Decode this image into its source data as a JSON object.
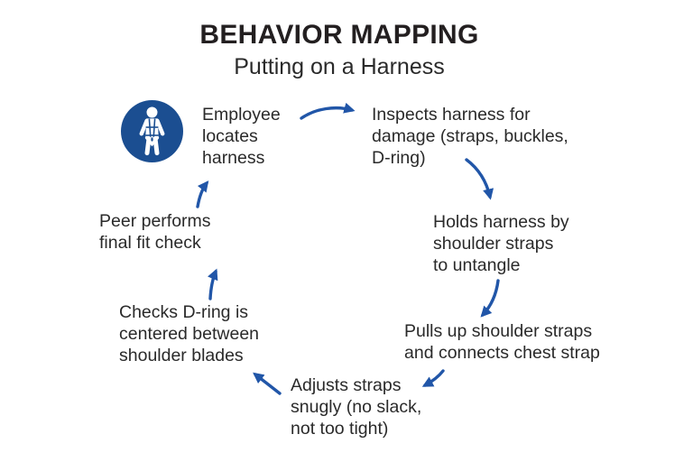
{
  "title": "BEHAVIOR MAPPING",
  "subtitle": "Putting on a Harness",
  "icon": {
    "name": "safety-harness-icon",
    "meaning": "person wearing full-body safety harness"
  },
  "steps": [
    {
      "id": "employee-locates-harness",
      "text": "Employee\nlocates\nharness"
    },
    {
      "id": "inspects-harness-for-damage",
      "text": "Inspects harness for\ndamage (straps, buckles,\nD-ring)"
    },
    {
      "id": "holds-harness-to-untangle",
      "text": "Holds harness by\nshoulder straps\nto untangle"
    },
    {
      "id": "pulls-up-straps-connects-chest-strap",
      "text": "Pulls up shoulder straps\nand connects chest strap"
    },
    {
      "id": "adjusts-straps-snugly",
      "text": "Adjusts straps\nsnugly (no slack,\nnot too tight)"
    },
    {
      "id": "checks-d-ring-centered",
      "text": "Checks D-ring is\ncentered between\nshoulder blades"
    },
    {
      "id": "peer-final-fit-check",
      "text": "Peer performs\nfinal fit check"
    }
  ],
  "colors": {
    "title_color": "#231f20",
    "text_color": "#2a2a2a",
    "arrow_blue": "#2156a8",
    "icon_blue": "#1b4e91"
  }
}
